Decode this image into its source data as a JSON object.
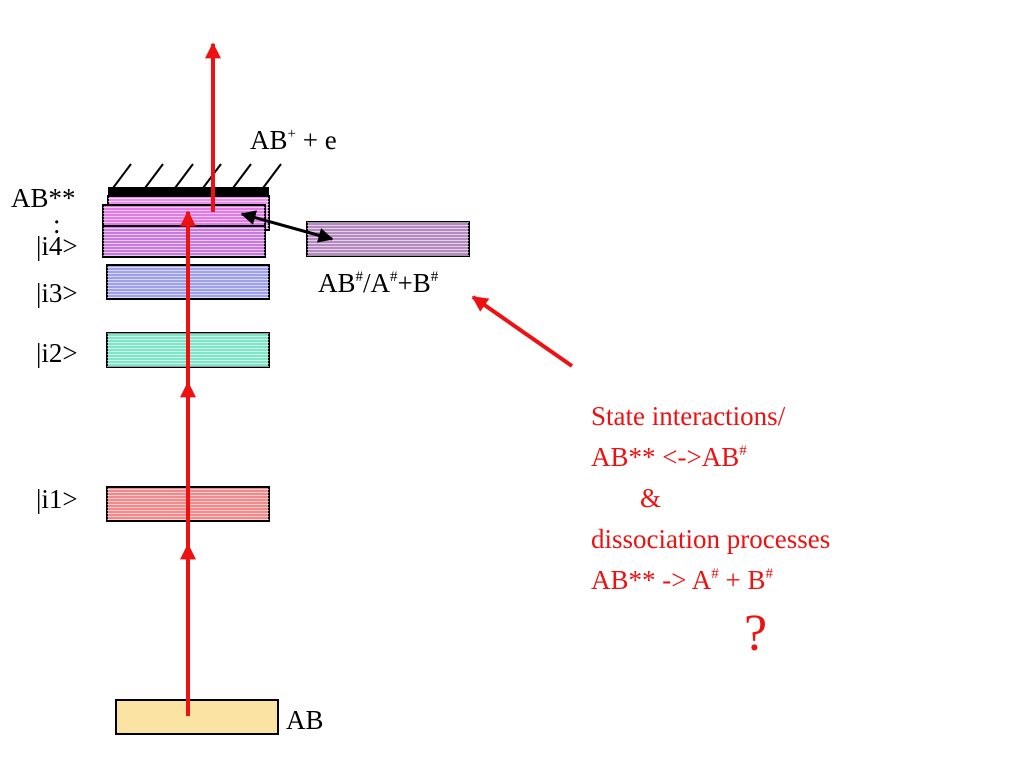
{
  "labels": {
    "ionization_prefix": "AB",
    "ionization_sup": "+",
    "ionization_suffix": " + e",
    "superexcited": "AB**",
    "dots": ":",
    "i4": "|i4>",
    "i3": "|i3>",
    "i2": "|i2>",
    "i1": "|i1>",
    "ground": "AB",
    "neutral_prefix": "AB",
    "neutral_sup1": "#",
    "neutral_mid1": "/A",
    "neutral_sup2": "#",
    "neutral_mid2": "+B",
    "neutral_sup3": "#"
  },
  "annotation": {
    "line1": "State interactions/",
    "line2_prefix": "AB** <->AB",
    "line2_sup": "#",
    "line3": "&",
    "line4": "dissociation processes",
    "line5_prefix": "AB** -> A",
    "line5_sup1": "#",
    "line5_mid": " + B",
    "line5_sup2": "#",
    "question": "?"
  },
  "colors": {
    "arrow_red": "#ee1111",
    "ground_fill": "#fbe3a4",
    "i1_fill": "#f58888",
    "i2_fill": "#7fe6c8",
    "i3_fill": "#9f9ff0",
    "i4_fill": "#c77ae0",
    "superexcited_fill": "#ee8ef0",
    "neutral_fill": "#b58ac0"
  }
}
